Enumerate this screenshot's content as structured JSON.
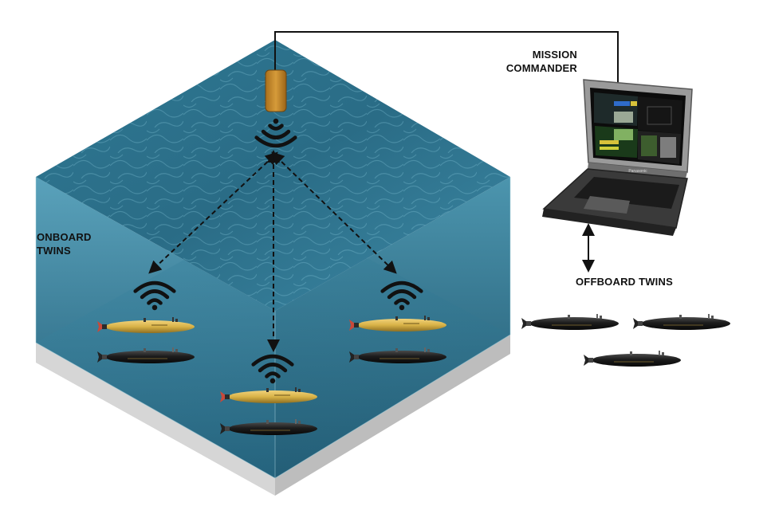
{
  "labels": {
    "mission_line1": "MISSION",
    "mission_line2": "COMMANDER",
    "onboard_line1": "ONBOARD",
    "onboard_line2": "TWINS",
    "offboard": "OFFBOARD TWINS"
  },
  "laptop": {
    "brand": "Panasonic"
  },
  "colors": {
    "water_dark": "#1f5a74",
    "water_mid": "#3b86a3",
    "water_light": "#6fb2c7",
    "seabed": "#e6e6e6",
    "auv_yellow": "#d9b44a",
    "auv_black": "#1c1c1c",
    "buoy": "#c48a2a"
  }
}
